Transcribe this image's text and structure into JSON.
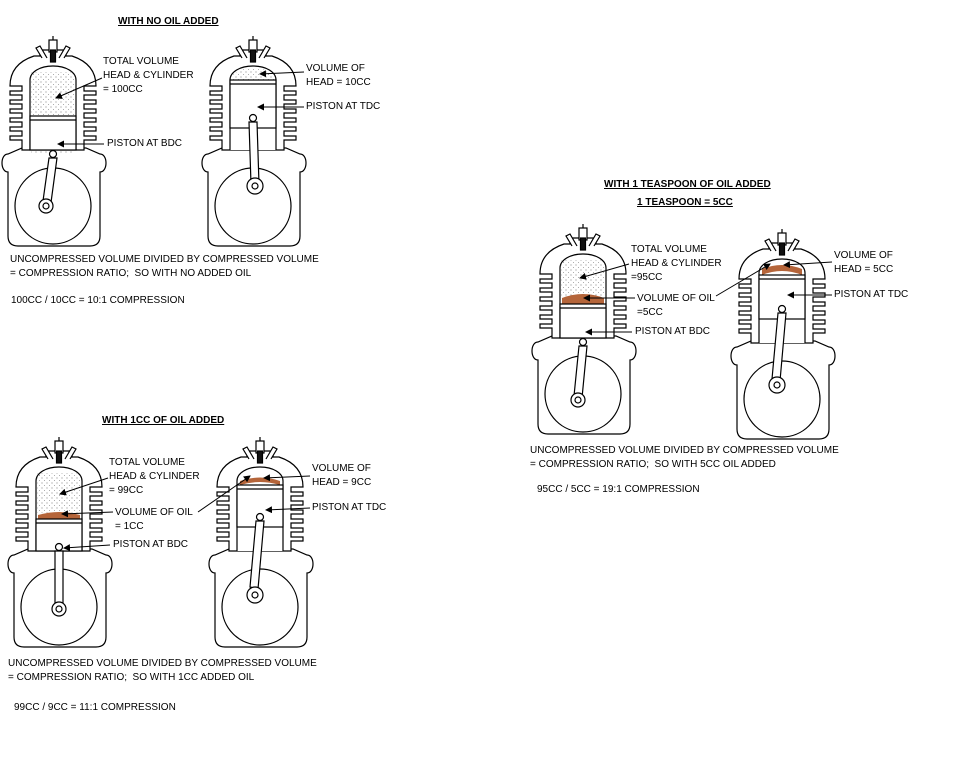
{
  "no_oil": {
    "heading": "WITH NO OIL ADDED",
    "bdc_total_label": "TOTAL VOLUME\nHEAD & CYLINDER\n= 100CC",
    "bdc_piston_label": "PISTON AT BDC",
    "tdc_head_label": "VOLUME OF\nHEAD = 10CC",
    "tdc_piston_label": "PISTON AT TDC",
    "explanation": "UNCOMPRESSED VOLUME DIVIDED BY COMPRESSED VOLUME\n= COMPRESSION RATIO;  SO WITH NO ADDED OIL",
    "result": "100CC / 10CC = 10:1 COMPRESSION"
  },
  "one_cc": {
    "heading": "WITH 1CC OF OIL ADDED",
    "bdc_total_label": "TOTAL VOLUME\nHEAD & CYLINDER\n= 99CC",
    "bdc_oil_label": "VOLUME OF OIL\n= 1CC",
    "bdc_piston_label": "PISTON AT BDC",
    "tdc_head_label": "VOLUME OF\nHEAD = 9CC",
    "tdc_piston_label": "PISTON AT TDC",
    "explanation": "UNCOMPRESSED VOLUME DIVIDED BY COMPRESSED VOLUME\n= COMPRESSION RATIO;  SO WITH 1CC ADDED OIL",
    "result": "99CC / 9CC = 11:1 COMPRESSION"
  },
  "teaspoon": {
    "heading": "WITH 1 TEASPOON OF OIL ADDED",
    "subheading": "1 TEASPOON = 5CC",
    "bdc_total_label": "TOTAL VOLUME\nHEAD & CYLINDER\n=95CC",
    "bdc_oil_label": "VOLUME OF OIL\n=5CC",
    "bdc_piston_label": "PISTON AT BDC",
    "tdc_head_label": "VOLUME OF\nHEAD = 5CC",
    "tdc_piston_label": "PISTON AT TDC",
    "explanation": "UNCOMPRESSED VOLUME DIVIDED BY COMPRESSED VOLUME\n= COMPRESSION RATIO;  SO WITH 5CC OIL ADDED",
    "result": "95CC / 5CC = 19:1 COMPRESSION"
  },
  "colors": {
    "oil": "#b5653a",
    "line": "#000000",
    "fill": "#ffffff"
  }
}
